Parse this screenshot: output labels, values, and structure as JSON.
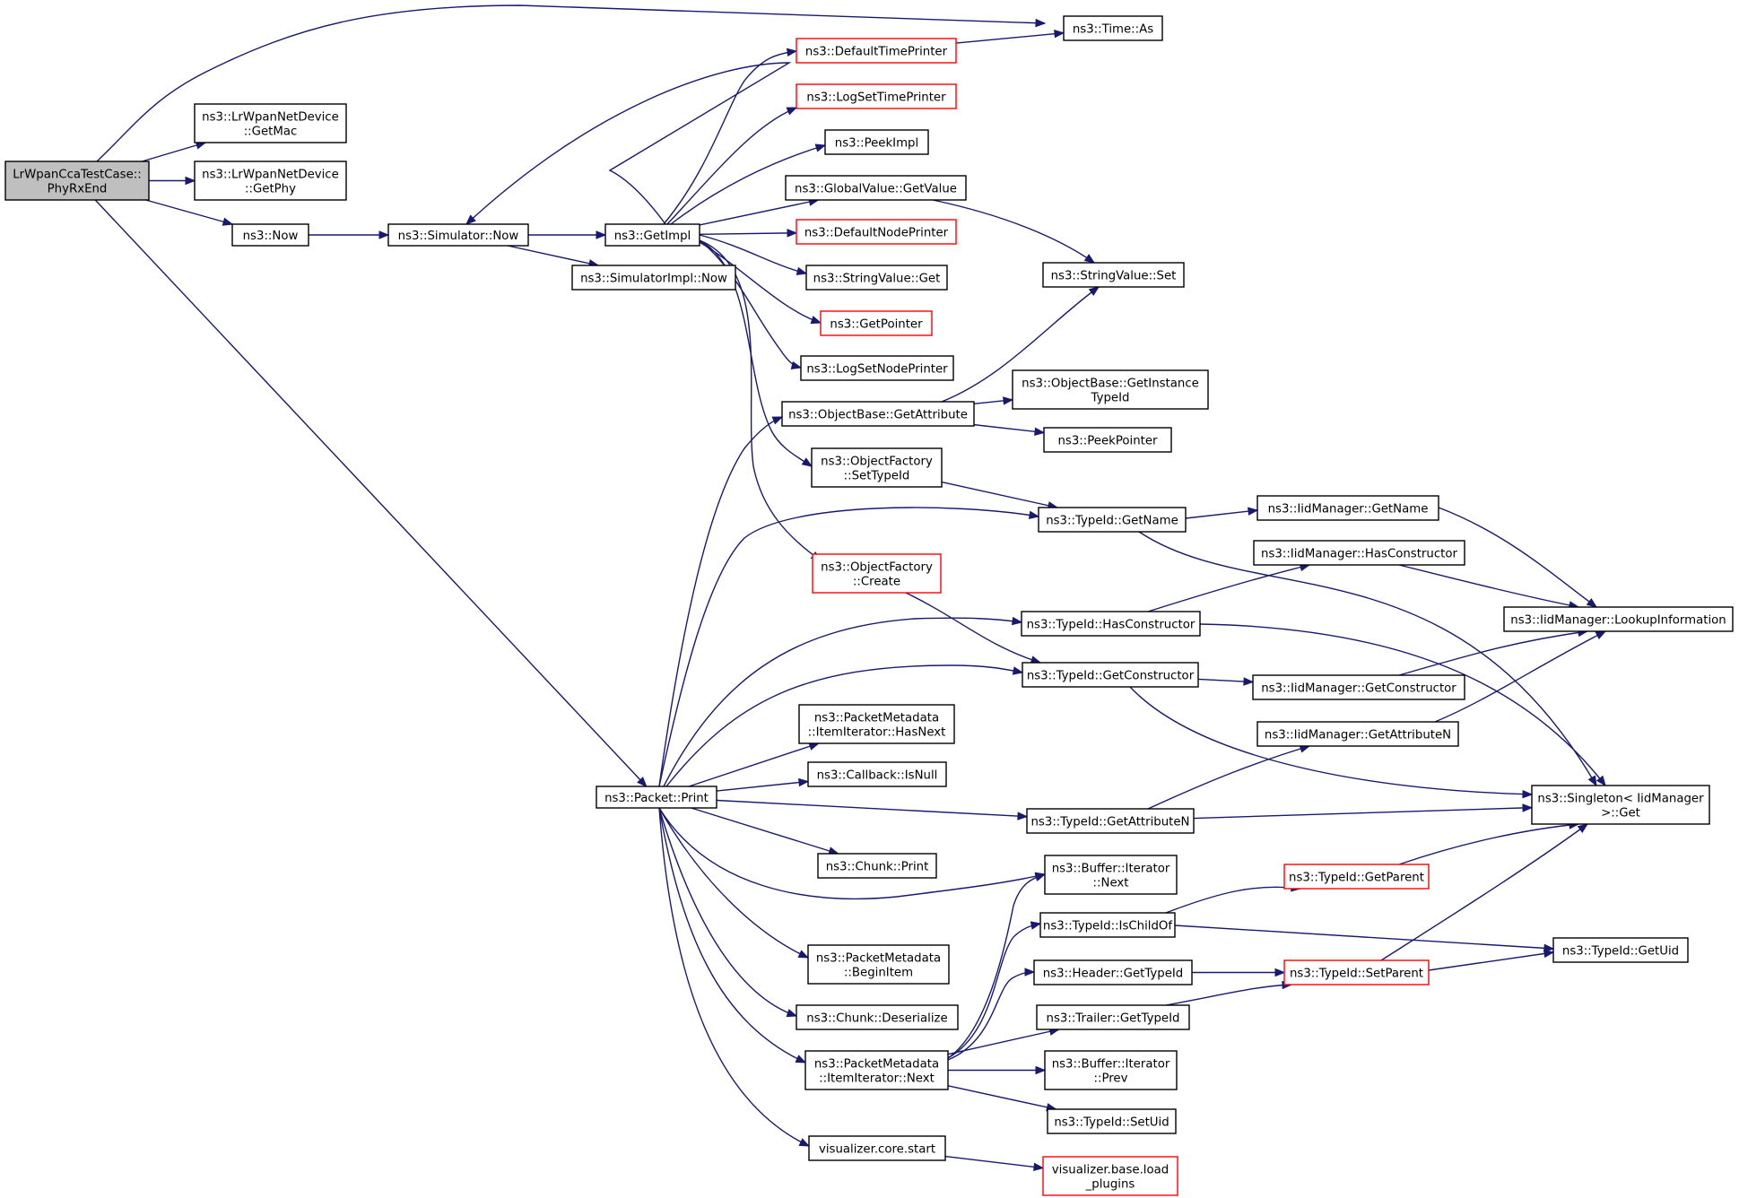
{
  "graph": {
    "nodes": [
      {
        "id": "root",
        "lines": [
          "LrWpanCcaTestCase::",
          "PhyRxEnd"
        ],
        "style": "root"
      },
      {
        "id": "timeas",
        "lines": [
          "ns3::Time::As"
        ],
        "style": "normal"
      },
      {
        "id": "getmac",
        "lines": [
          "ns3::LrWpanNetDevice",
          "::GetMac"
        ],
        "style": "normal"
      },
      {
        "id": "getphy",
        "lines": [
          "ns3::LrWpanNetDevice",
          "::GetPhy"
        ],
        "style": "normal"
      },
      {
        "id": "now",
        "lines": [
          "ns3::Now"
        ],
        "style": "normal"
      },
      {
        "id": "simnow",
        "lines": [
          "ns3::Simulator::Now"
        ],
        "style": "normal"
      },
      {
        "id": "getimpl",
        "lines": [
          "ns3::GetImpl"
        ],
        "style": "normal"
      },
      {
        "id": "simimplnow",
        "lines": [
          "ns3::SimulatorImpl::Now"
        ],
        "style": "normal"
      },
      {
        "id": "deftimeprinter",
        "lines": [
          "ns3::DefaultTimePrinter"
        ],
        "style": "red"
      },
      {
        "id": "logsettimeprinter",
        "lines": [
          "ns3::LogSetTimePrinter"
        ],
        "style": "red"
      },
      {
        "id": "peekimpl",
        "lines": [
          "ns3::PeekImpl"
        ],
        "style": "normal"
      },
      {
        "id": "globalgetvalue",
        "lines": [
          "ns3::GlobalValue::GetValue"
        ],
        "style": "normal"
      },
      {
        "id": "defnodeprinter",
        "lines": [
          "ns3::DefaultNodePrinter"
        ],
        "style": "red"
      },
      {
        "id": "strvalget",
        "lines": [
          "ns3::StringValue::Get"
        ],
        "style": "normal"
      },
      {
        "id": "getpointer",
        "lines": [
          "ns3::GetPointer"
        ],
        "style": "red"
      },
      {
        "id": "logsetnodeprinter",
        "lines": [
          "ns3::LogSetNodePrinter"
        ],
        "style": "normal"
      },
      {
        "id": "strvalset",
        "lines": [
          "ns3::StringValue::Set"
        ],
        "style": "normal"
      },
      {
        "id": "objgetattr",
        "lines": [
          "ns3::ObjectBase::GetAttribute"
        ],
        "style": "normal"
      },
      {
        "id": "objgetinsttypeid",
        "lines": [
          "ns3::ObjectBase::GetInstance",
          "TypeId"
        ],
        "style": "normal"
      },
      {
        "id": "peekpointer",
        "lines": [
          "ns3::PeekPointer"
        ],
        "style": "normal"
      },
      {
        "id": "objfactsettypeid",
        "lines": [
          "ns3::ObjectFactory",
          "::SetTypeId"
        ],
        "style": "normal"
      },
      {
        "id": "typeidgetname",
        "lines": [
          "ns3::TypeId::GetName"
        ],
        "style": "normal"
      },
      {
        "id": "iidgetname",
        "lines": [
          "ns3::IidManager::GetName"
        ],
        "style": "normal"
      },
      {
        "id": "objfactcreate",
        "lines": [
          "ns3::ObjectFactory",
          "::Create"
        ],
        "style": "red"
      },
      {
        "id": "iidhascons",
        "lines": [
          "ns3::IidManager::HasConstructor"
        ],
        "style": "normal"
      },
      {
        "id": "iidlookup",
        "lines": [
          "ns3::IidManager::LookupInformation"
        ],
        "style": "normal"
      },
      {
        "id": "typeidhascons",
        "lines": [
          "ns3::TypeId::HasConstructor"
        ],
        "style": "normal"
      },
      {
        "id": "typeidgetcons",
        "lines": [
          "ns3::TypeId::GetConstructor"
        ],
        "style": "normal"
      },
      {
        "id": "iidgetcons",
        "lines": [
          "ns3::IidManager::GetConstructor"
        ],
        "style": "normal"
      },
      {
        "id": "pmhasnext",
        "lines": [
          "ns3::PacketMetadata",
          "::ItemIterator::HasNext"
        ],
        "style": "normal"
      },
      {
        "id": "iidgetattrn",
        "lines": [
          "ns3::IidManager::GetAttributeN"
        ],
        "style": "normal"
      },
      {
        "id": "cbisnull",
        "lines": [
          "ns3::Callback::IsNull"
        ],
        "style": "normal"
      },
      {
        "id": "packetprint",
        "lines": [
          "ns3::Packet::Print"
        ],
        "style": "normal"
      },
      {
        "id": "typeidgetattrn",
        "lines": [
          "ns3::TypeId::GetAttributeN"
        ],
        "style": "normal"
      },
      {
        "id": "singletonget",
        "lines": [
          "ns3::Singleton< IidManager",
          " >::Get"
        ],
        "style": "normal"
      },
      {
        "id": "chunkprint",
        "lines": [
          "ns3::Chunk::Print"
        ],
        "style": "normal"
      },
      {
        "id": "bufitnext",
        "lines": [
          "ns3::Buffer::Iterator",
          "::Next"
        ],
        "style": "normal"
      },
      {
        "id": "typeidgetparent",
        "lines": [
          "ns3::TypeId::GetParent"
        ],
        "style": "red"
      },
      {
        "id": "typeidischildof",
        "lines": [
          "ns3::TypeId::IsChildOf"
        ],
        "style": "normal"
      },
      {
        "id": "typeidgetuid",
        "lines": [
          "ns3::TypeId::GetUid"
        ],
        "style": "normal"
      },
      {
        "id": "pmbeginitem",
        "lines": [
          "ns3::PacketMetadata",
          "::BeginItem"
        ],
        "style": "normal"
      },
      {
        "id": "headergettypeid",
        "lines": [
          "ns3::Header::GetTypeId"
        ],
        "style": "normal"
      },
      {
        "id": "typeidsetparent",
        "lines": [
          "ns3::TypeId::SetParent"
        ],
        "style": "red"
      },
      {
        "id": "chunkdeser",
        "lines": [
          "ns3::Chunk::Deserialize"
        ],
        "style": "normal"
      },
      {
        "id": "trailergettypeid",
        "lines": [
          "ns3::Trailer::GetTypeId"
        ],
        "style": "normal"
      },
      {
        "id": "pmitnext",
        "lines": [
          "ns3::PacketMetadata",
          "::ItemIterator::Next"
        ],
        "style": "normal"
      },
      {
        "id": "bufitprev",
        "lines": [
          "ns3::Buffer::Iterator",
          "::Prev"
        ],
        "style": "normal"
      },
      {
        "id": "typeidsetuid",
        "lines": [
          "ns3::TypeId::SetUid"
        ],
        "style": "normal"
      },
      {
        "id": "vizcorestart",
        "lines": [
          "visualizer.core.start"
        ],
        "style": "normal"
      },
      {
        "id": "vizbaseload",
        "lines": [
          "visualizer.base.load",
          "_plugins"
        ],
        "style": "red"
      }
    ],
    "edges": [
      [
        "root",
        "timeas"
      ],
      [
        "root",
        "getmac"
      ],
      [
        "root",
        "getphy"
      ],
      [
        "root",
        "now"
      ],
      [
        "root",
        "packetprint"
      ],
      [
        "now",
        "simnow"
      ],
      [
        "simnow",
        "getimpl"
      ],
      [
        "simnow",
        "simimplnow"
      ],
      [
        "deftimeprinter",
        "timeas"
      ],
      [
        "getimpl",
        "simnow"
      ],
      [
        "getimpl",
        "deftimeprinter"
      ],
      [
        "getimpl",
        "logsettimeprinter"
      ],
      [
        "getimpl",
        "peekimpl"
      ],
      [
        "getimpl",
        "globalgetvalue"
      ],
      [
        "getimpl",
        "defnodeprinter"
      ],
      [
        "getimpl",
        "strvalget"
      ],
      [
        "getimpl",
        "getpointer"
      ],
      [
        "getimpl",
        "logsetnodeprinter"
      ],
      [
        "getimpl",
        "objfactsettypeid"
      ],
      [
        "getimpl",
        "objfactcreate"
      ],
      [
        "globalgetvalue",
        "strvalset"
      ],
      [
        "objgetattr",
        "strvalset"
      ],
      [
        "objgetattr",
        "objgetinsttypeid"
      ],
      [
        "objgetattr",
        "peekpointer"
      ],
      [
        "objfactsettypeid",
        "typeidgetname"
      ],
      [
        "typeidgetname",
        "iidgetname"
      ],
      [
        "typeidgetname",
        "singletonget"
      ],
      [
        "iidgetname",
        "iidlookup"
      ],
      [
        "objfactcreate",
        "typeidgetcons"
      ],
      [
        "iidhascons",
        "iidlookup"
      ],
      [
        "typeidhascons",
        "iidhascons"
      ],
      [
        "typeidhascons",
        "singletonget"
      ],
      [
        "typeidgetcons",
        "iidgetcons"
      ],
      [
        "typeidgetcons",
        "singletonget"
      ],
      [
        "iidgetcons",
        "iidlookup"
      ],
      [
        "iidgetattrn",
        "iidlookup"
      ],
      [
        "typeidgetattrn",
        "iidgetattrn"
      ],
      [
        "typeidgetattrn",
        "singletonget"
      ],
      [
        "packetprint",
        "objgetattr"
      ],
      [
        "packetprint",
        "typeidgetname"
      ],
      [
        "packetprint",
        "typeidhascons"
      ],
      [
        "packetprint",
        "typeidgetcons"
      ],
      [
        "packetprint",
        "pmhasnext"
      ],
      [
        "packetprint",
        "cbisnull"
      ],
      [
        "packetprint",
        "typeidgetattrn"
      ],
      [
        "packetprint",
        "chunkprint"
      ],
      [
        "packetprint",
        "bufitnext"
      ],
      [
        "packetprint",
        "pmbeginitem"
      ],
      [
        "packetprint",
        "chunkdeser"
      ],
      [
        "packetprint",
        "pmitnext"
      ],
      [
        "packetprint",
        "vizcorestart"
      ],
      [
        "typeidgetparent",
        "singletonget"
      ],
      [
        "typeidischildof",
        "typeidgetparent"
      ],
      [
        "typeidischildof",
        "typeidgetuid"
      ],
      [
        "headergettypeid",
        "typeidsetparent"
      ],
      [
        "typeidsetparent",
        "typeidgetuid"
      ],
      [
        "typeidsetparent",
        "singletonget"
      ],
      [
        "trailergettypeid",
        "typeidsetparent"
      ],
      [
        "pmitnext",
        "bufitnext"
      ],
      [
        "pmitnext",
        "typeidischildof"
      ],
      [
        "pmitnext",
        "headergettypeid"
      ],
      [
        "pmitnext",
        "trailergettypeid"
      ],
      [
        "pmitnext",
        "bufitprev"
      ],
      [
        "pmitnext",
        "typeidsetuid"
      ],
      [
        "vizcorestart",
        "vizbaseload"
      ]
    ]
  },
  "colors": {
    "edge": "#191970",
    "node_border": "#000000",
    "node_border_highlight": "#ff0000",
    "root_fill": "#bfbfbf",
    "node_fill": "#ffffff"
  }
}
